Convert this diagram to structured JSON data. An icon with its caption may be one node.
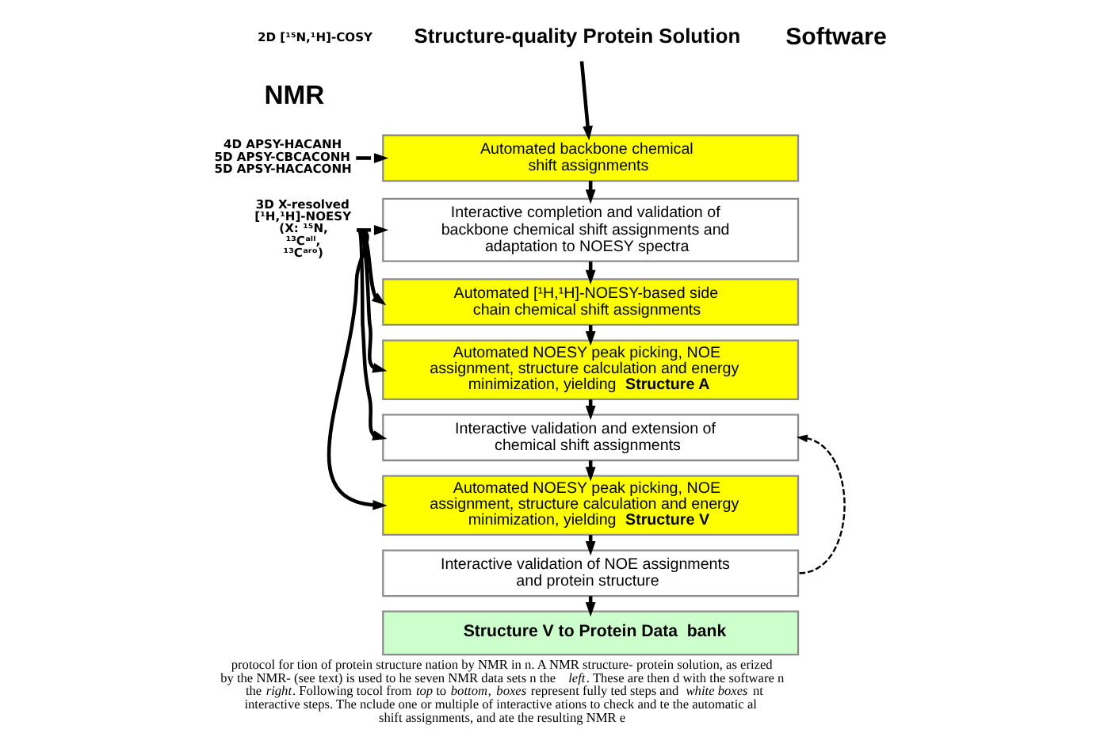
{
  "diagram": {
    "caption": "protocol for tion of protein structure nation by NMR in n. A NMR structure- protein solution, as erized by the NMR- (see text) is used to he seven NMR data sets n the *left*. These are then d with the software n the *right*. Following tocol from *top* to *bottom*, *boxes* represent fully ted steps and *white boxes* nt interactive steps. The nclude one or multiple of interactive ations to check and te the automatic al shift assignments, and ate the resulting NMR e",
    "nodes": [
      {
        "text": [
          "Structure-quality Protein Solution"
        ]
      },
      {
        "text": [
          "4D APSY-HACANH",
          "5D APSY-CBCACONH",
          "5D APSY-HACACONH"
        ]
      },
      {
        "text": [
          "Automated backbone chemical shift assignments"
        ]
      },
      {
        "text": [
          "Interactive completion and validation of backbone chemical shift assignments and adaptation to NOESY spectra"
        ]
      },
      {
        "text": [
          "Automated [¹H,¹H]-NOESY-based side chain chemical shift assignments"
        ]
      },
      {
        "text": [
          "3D X-resolved [¹H,¹H]-NOESY (X: ¹⁵N, ¹³Cᵃˡˡ, ¹³Cᵃʳᵒ)"
        ]
      },
      {
        "text": [
          "Automated NOESY peak picking, NOE assignment, structure calculation and energy minimization, yielding **Structure A**"
        ]
      },
      {
        "text": [
          "Interactive validation and extension of chemical shift assignments"
        ]
      },
      {
        "text": [
          "Automated NOESY peak picking, NOE assignment, structure calculation and energy minimization, yielding **Structure V**"
        ]
      },
      {
        "text": [
          "Interactive validation of NOE assignments and protein structure"
        ]
      },
      {
        "text": [
          "Structure V to Protein Data  bank"
        ]
      }
    ],
    "edges": [
      {
        "from": 0,
        "to": 2,
        "arrow": "to"
      },
      {
        "from": 1,
        "to": 2,
        "arrow": "to"
      },
      {
        "from": 2,
        "to": 3,
        "arrow": "to"
      },
      {
        "from": 3,
        "to": 4,
        "arrow": "to"
      },
      {
        "from": 4,
        "to": 6,
        "arrow": "to"
      },
      {
        "from": 6,
        "to": 7,
        "arrow": "to"
      },
      {
        "from": 7,
        "to": 8,
        "arrow": "to"
      },
      {
        "from": 8,
        "to": 9,
        "arrow": "to"
      },
      {
        "from": 9,
        "to": 10,
        "arrow": "to"
      },
      {
        "from": 5,
        "to": 3,
        "arrow": "to"
      },
      {
        "from": 5,
        "to": 4,
        "arrow": "to"
      },
      {
        "from": 5,
        "to": 6,
        "arrow": "to"
      },
      {
        "from": 5,
        "to": 7,
        "arrow": "to"
      },
      {
        "from": 5,
        "to": 8,
        "arrow": "to"
      },
      {
        "from": 9,
        "to": 7,
        "arrow": "to",
        "style": "dashed"
      }
    ],
    "labels": [
      "2D [¹⁵N,¹H]-COSY",
      "NMR",
      "Software"
    ]
  }
}
